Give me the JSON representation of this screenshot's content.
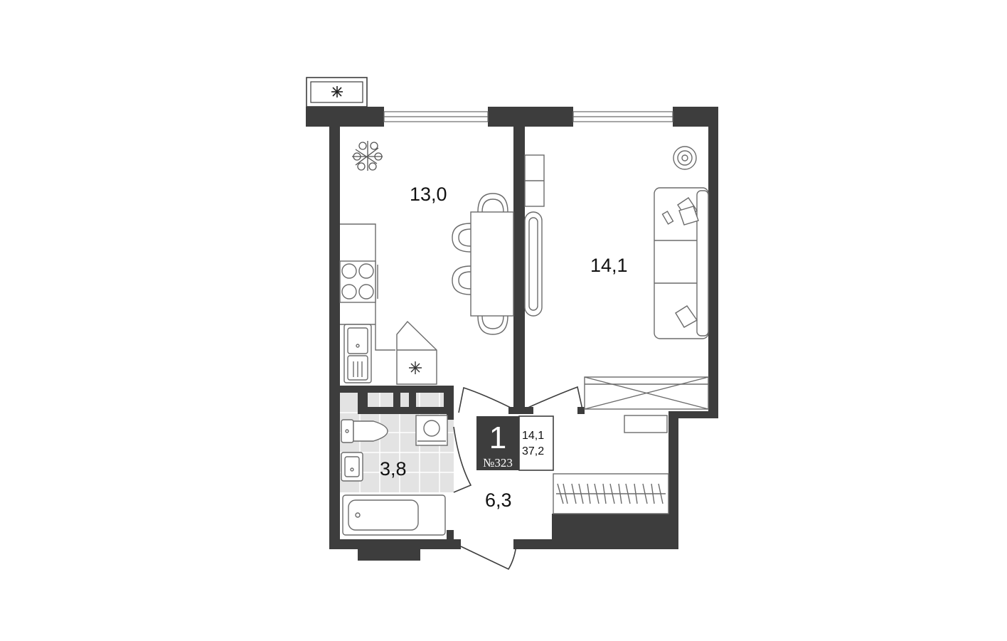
{
  "rooms": {
    "kitchen_living": "13,0",
    "bedroom": "14,1",
    "bathroom": "3,8",
    "hallway": "6,3"
  },
  "info": {
    "rooms_count": "1",
    "apartment_number": "№323",
    "living_area": "14,1",
    "total_area": "37,2"
  },
  "colors": {
    "wall": "#3d3d3d",
    "bathroom_tile": "#e3e3e3",
    "line": "#6b6b6b"
  },
  "icons": [
    "plant-icon",
    "snowflake-icon",
    "asterisk-icon",
    "stove-icon",
    "sink-icon",
    "toilet-icon",
    "washing-machine-icon",
    "bathtub-icon",
    "sofa-icon",
    "floor-lamp-icon"
  ]
}
